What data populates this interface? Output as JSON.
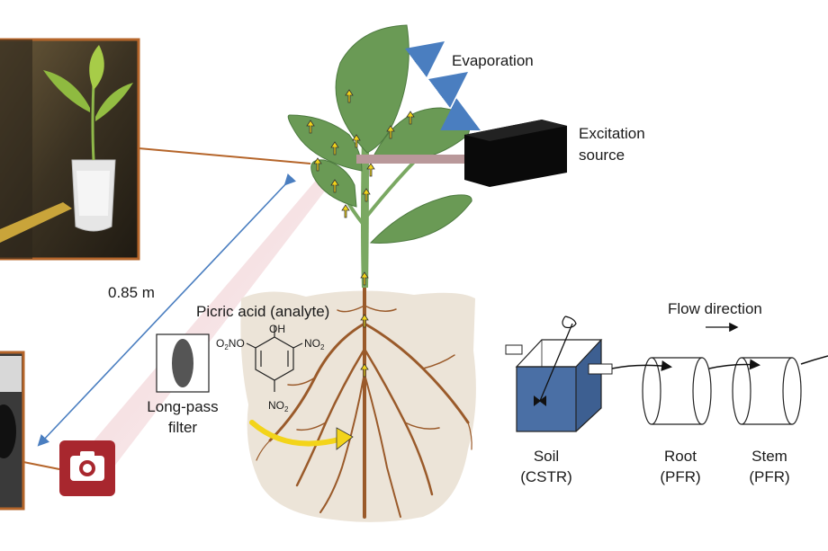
{
  "labels": {
    "evaporation": "Evaporation",
    "excitation_line1": "Excitation",
    "excitation_line2": "source",
    "distance": "0.85 m",
    "analyte": "Picric acid (analyte)",
    "filter_line1": "Long-pass",
    "filter_line2": "filter",
    "flow_direction": "Flow direction",
    "soil_line1": "Soil",
    "soil_line2": "(CSTR)",
    "root_line1": "Root",
    "root_line2": "(PFR)",
    "stem_line1": "Stem",
    "stem_line2": "(PFR)"
  },
  "molecule": {
    "oh": "OH",
    "no2": "NO",
    "o2": "O",
    "sub2": "2"
  },
  "icons": {
    "camera": "camera-icon",
    "light_source": "excitation-source-box",
    "filter": "long-pass-filter",
    "stirrer": "stirrer-icon"
  },
  "colors": {
    "photo_border": "#b5652a",
    "camera_red": "#a8272e",
    "soil_blue": "#4a6fa5",
    "leaf_green": "#6a9a55",
    "root_brown": "#9a5a2a",
    "soil_patch": "#ece4d8",
    "flow_arrow_blue": "#4a7ec0",
    "yellow_arrow": "#f3d41a"
  }
}
